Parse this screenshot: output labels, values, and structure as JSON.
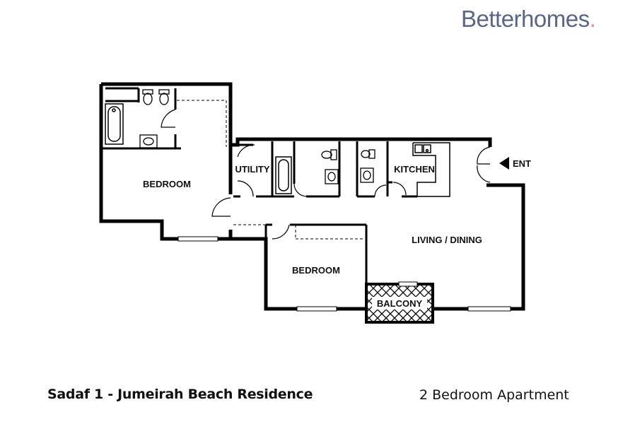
{
  "brand": {
    "name": "Betterhomes",
    "dot": "."
  },
  "rooms": {
    "bedroom_master": "BEDROOM",
    "utility": "UTILITY",
    "kitchen": "KITCHEN",
    "living_dining": "LIVING / DINING",
    "bedroom_second": "BEDROOM",
    "balcony": "BALCONY",
    "entrance": "ENT"
  },
  "footer": {
    "property": "Sadaf 1 - Jumeirah Beach Residence",
    "type": "2 Bedroom Apartment"
  },
  "colors": {
    "brand": "#5a6589",
    "accent": "#e58d8d",
    "wall": "#000000"
  }
}
